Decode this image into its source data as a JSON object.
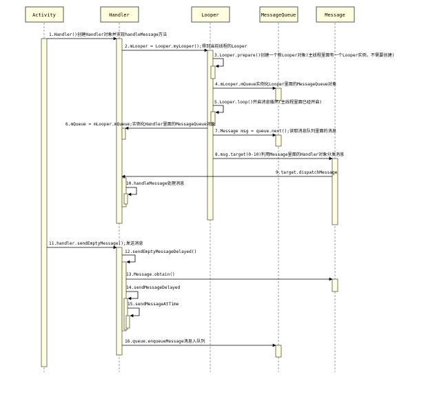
{
  "participants": [
    {
      "id": "activity",
      "label": "Activity"
    },
    {
      "id": "handler",
      "label": "Handler"
    },
    {
      "id": "looper",
      "label": "Looper"
    },
    {
      "id": "messagequeue",
      "label": "MessageQueue"
    },
    {
      "id": "message",
      "label": "Message"
    }
  ],
  "messages": [
    {
      "label": "1.Handler()创建Handler对象并实现handleMessage方法"
    },
    {
      "label": "2.mLooper = Looper.myLooper();得到当前线程的Looper"
    },
    {
      "label": "3.Looper.prepare()创建一个新Looper对象(主线程里面有一个Looper实例，不需要创建)"
    },
    {
      "label": "4.mLooper.mQueue实例化Looper里面的MessageQueue对象"
    },
    {
      "label": "5.Looper.loop()开启消息循环(主线程里面已经开启)"
    },
    {
      "label": "6.mQueue = mLooper.mQueue;实例化Handler里面的MessageQueue对象"
    },
    {
      "label": "7.Message msg = queue.next();读取消息队列里面的消息"
    },
    {
      "label": "8.msg.target(0-10)利用Message里面的Handler对象分发消息"
    },
    {
      "label": "9.target.dispatchMessage"
    },
    {
      "label": "10.handleMessage处理消息"
    },
    {
      "label": "11.handler.sendEmptyMessage();发送消息"
    },
    {
      "label": "12.sendEmptyMessageDelayed()"
    },
    {
      "label": "13.Message.obtain()"
    },
    {
      "label": "14.sendMessageDelayed"
    },
    {
      "label": "15.sendMessageAtTime"
    },
    {
      "label": "16.queue.enqueueMessage消息入队列"
    }
  ]
}
